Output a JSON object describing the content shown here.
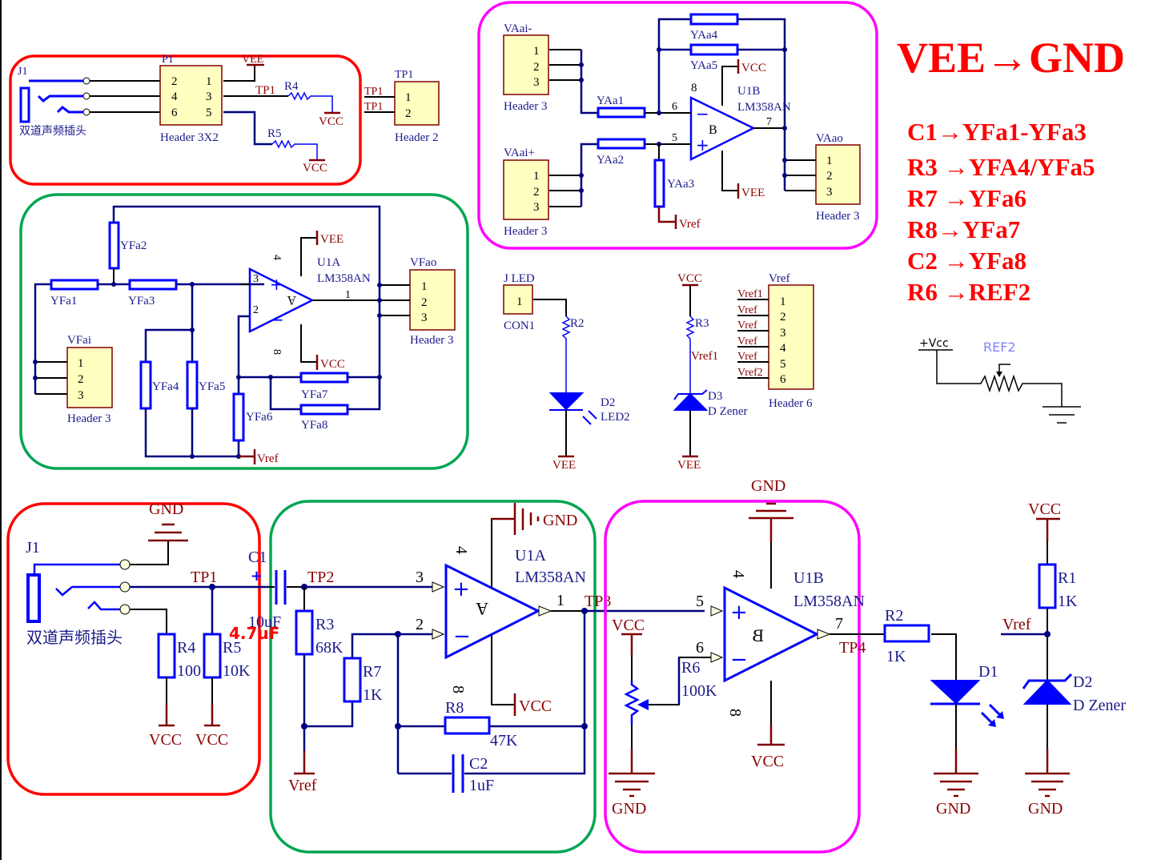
{
  "notes": {
    "title": "VEE→GND",
    "mappings": [
      "C1→YFa1-YFa3",
      "R3 →YFA4/YFa5",
      "R7 →YFa6",
      "R8→YFa7",
      "C2 →YFa8",
      "R6 →REF2"
    ],
    "ref2_label": "REF2",
    "ref2_supply": "+Vcc"
  },
  "top": {
    "input_block": {
      "jack_ref": "J1",
      "jack_name": "双道声频插头",
      "header_ref": "P1",
      "header_name": "Header 3X2",
      "header_pins_left": [
        "2",
        "4",
        "6"
      ],
      "header_pins_right": [
        "1",
        "3",
        "5"
      ],
      "r4": "R4",
      "r5": "R5",
      "tp1": "TP1",
      "vee": "VEE",
      "vcc": "VCC"
    },
    "tp_header": {
      "ref": "TP1",
      "name": "Header 2",
      "pins": [
        "1",
        "2"
      ],
      "net": "TP1"
    },
    "filter_block": {
      "u": "U1A",
      "part": "LM358AN",
      "unit": "A",
      "in_header": {
        "ref": "VFai",
        "name": "Header 3",
        "pins": [
          "1",
          "2",
          "3"
        ]
      },
      "out_header": {
        "ref": "VFao",
        "name": "Header 3",
        "pins": [
          "1",
          "2",
          "3"
        ]
      },
      "resistors": [
        "YFa1",
        "YFa2",
        "YFa3",
        "YFa4",
        "YFa5",
        "YFa6",
        "YFa7",
        "YFa8"
      ],
      "pins": {
        "p3": "3",
        "p2": "2",
        "p1": "1",
        "p4": "4",
        "p8": "8"
      },
      "vee": "VEE",
      "vcc": "VCC",
      "vref": "Vref"
    },
    "diff_block": {
      "u": "U1B",
      "part": "LM358AN",
      "unit": "B",
      "in_neg": {
        "ref": "VAai-",
        "name": "Header 3",
        "pins": [
          "1",
          "2",
          "3"
        ]
      },
      "in_pos": {
        "ref": "VAai+",
        "name": "Header 3",
        "pins": [
          "1",
          "2",
          "3"
        ]
      },
      "out": {
        "ref": "VAao",
        "name": "Header 3",
        "pins": [
          "1",
          "2",
          "3"
        ]
      },
      "resistors": [
        "YAa1",
        "YAa2",
        "YAa3",
        "YAa4",
        "YAa5"
      ],
      "pins": {
        "p6": "6",
        "p5": "5",
        "p7": "7",
        "p8": "8"
      },
      "vcc": "VCC",
      "vee": "VEE",
      "vref": "Vref"
    },
    "led_block": {
      "jref": "J LED",
      "jname": "CON1",
      "pin": "1",
      "r": "R2",
      "d": "D2",
      "dname": "LED2",
      "vee": "VEE"
    },
    "zener_block": {
      "vcc": "VCC",
      "r": "R3",
      "net": "Vref1",
      "d": "D3",
      "dname": "D Zener",
      "vee": "VEE"
    },
    "vref_header": {
      "ref": "Vref",
      "name": "Header 6",
      "pins": [
        "1",
        "2",
        "3",
        "4",
        "5",
        "6"
      ],
      "nets": [
        "Vref1",
        "Vref",
        "Vref",
        "Vref",
        "Vref",
        "Vref2"
      ]
    }
  },
  "bottom": {
    "input": {
      "jack_ref": "J1",
      "jack_name": "双道声频插头",
      "gnd": "GND",
      "tp1": "TP1",
      "r4": "R4",
      "r4v": "100",
      "r5": "R5",
      "r5v": "10K",
      "vcc1": "VCC",
      "vcc2": "VCC"
    },
    "amp": {
      "c1": "C1",
      "c1v": "10uF",
      "c1_new": "4.7uF",
      "tp2": "TP2",
      "r3": "R3",
      "r3v": "68K",
      "r7": "R7",
      "r7v": "1K",
      "r8": "R8",
      "r8v": "47K",
      "c2": "C2",
      "c2v": "1uF",
      "vref": "Vref",
      "u": "U1A",
      "part": "LM358AN",
      "unit": "A",
      "gnd": "GND",
      "vcc": "VCC",
      "tp3": "TP3",
      "p3": "3",
      "p2": "2",
      "p1": "1",
      "p4": "4",
      "p8": "8"
    },
    "comp": {
      "u": "U1B",
      "part": "LM358AN",
      "unit": "B",
      "gnd": "GND",
      "vcc_top": "VCC",
      "vcc": "VCC",
      "r6": "R6",
      "r6v": "100K",
      "gnd2": "GND",
      "tp4": "TP4",
      "p5": "5",
      "p6": "6",
      "p7": "7",
      "p4": "4",
      "p8": "8"
    },
    "led": {
      "r2": "R2",
      "r2v": "1K",
      "d1": "D1",
      "gnd": "GND"
    },
    "ref": {
      "vcc": "VCC",
      "r1": "R1",
      "r1v": "1K",
      "vref": "Vref",
      "d2": "D2",
      "d2name": "D Zener",
      "gnd": "GND"
    }
  }
}
